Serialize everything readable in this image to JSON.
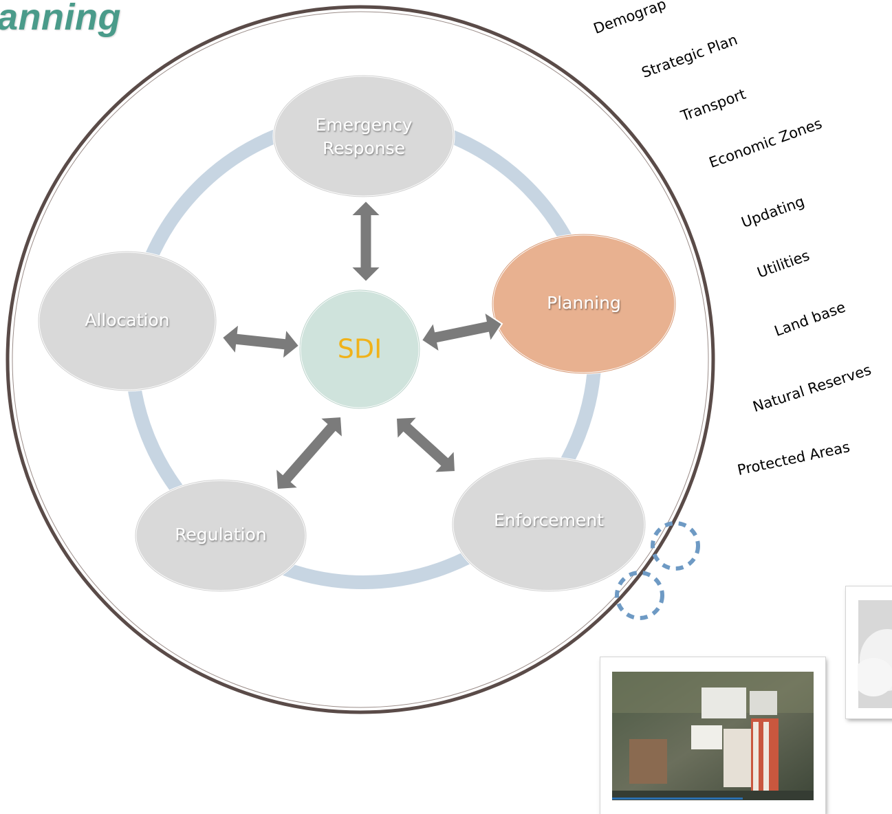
{
  "title": "anning",
  "center": {
    "label": "SDI"
  },
  "nodes": {
    "emergency": {
      "line1": "Emergency",
      "line2": "Response"
    },
    "planning": {
      "label": "Planning"
    },
    "allocation": {
      "label": "Allocation"
    },
    "regulation": {
      "label": "Regulation"
    },
    "enforcement": {
      "label": "Enforcement"
    }
  },
  "side_labels": [
    "Demograp",
    "Strategic Plan",
    "Transport",
    "Economic Zones",
    "Updating",
    "Utilities",
    "Land base",
    "Natural Reserves",
    "Protected Areas"
  ],
  "colors": {
    "node_gray": "#d9d9d9",
    "planning_fill": "#e8b190",
    "sdi_fill": "#cfe3dc",
    "ring": "#c7d5e2",
    "arrow": "#7b7b7b",
    "title": "#4a9b8a",
    "sdi_text": "#f0b21a"
  }
}
